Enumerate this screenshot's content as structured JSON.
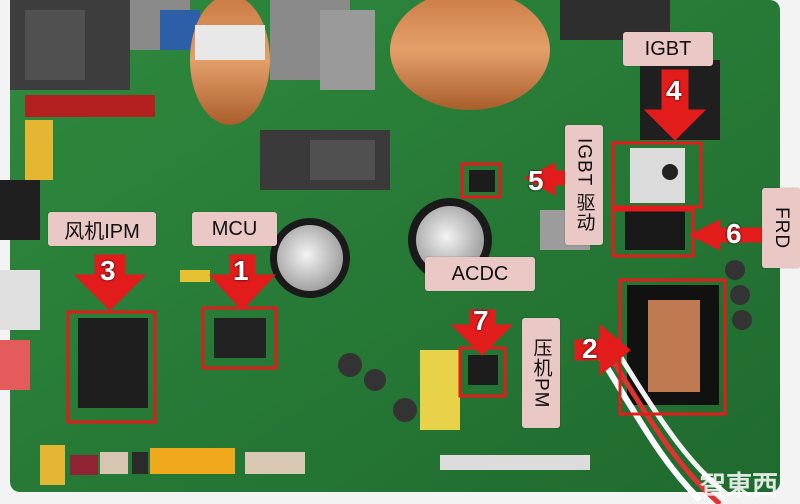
{
  "labels": {
    "igbt": "IGBT",
    "igbt_driver": "IGBT 驱动",
    "frd": "FRD",
    "fan_ipm": "风机IPM",
    "mcu": "MCU",
    "acdc": "ACDC",
    "compressor_ipm": "压机PM"
  },
  "numbers": {
    "n1": "1",
    "n2": "2",
    "n3": "3",
    "n4": "4",
    "n5": "5",
    "n6": "6",
    "n7": "7"
  },
  "watermark": "智東西",
  "colors": {
    "board_green": "#2e7d3a",
    "highlight_red": "#e21b1b",
    "label_bg": "#e9c8c5"
  }
}
